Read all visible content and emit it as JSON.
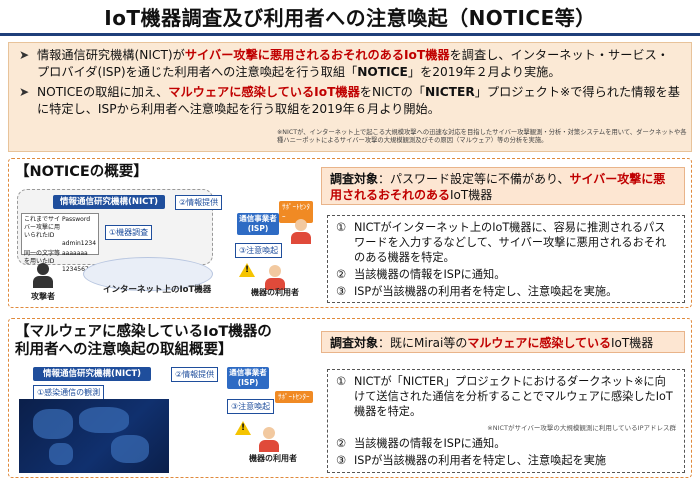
{
  "title": "IoT機器調査及び利用者への注意喚起（NOTICE等）",
  "summary": {
    "bullet1": {
      "pre": "情報通信研究機構(NICT)が",
      "emph": "サイバー攻撃に悪用されるおそれのあるIoT機器",
      "mid": "を調査し、インターネット・サービス・プロバイダ(ISP)を通じた利用者への注意喚起を行う取組「",
      "bold": "NOTICE",
      "post": "」を2019年２月より実施。"
    },
    "bullet2": {
      "pre": "NOTICEの取組に加え、",
      "emph": "マルウェアに感染しているIoT機器",
      "mid": "をNICTの「",
      "bold": "NICTER",
      "post": "」プロジェクト※で得られた情報を基に特定し、ISPから利用者へ注意喚起を行う取組を2019年６月より開始。"
    },
    "footnote": "※NICTが、インターネット上で起こる大規模攻撃への迅速な対応を目指したサイバー攻撃観測・分析・対策システムを用いて、ダークネットや各種ハニーポットによるサイバー攻撃の大規模観測及びその原因（マルウェア）等の分析を実施。"
  },
  "panel1": {
    "title": "【NOTICEの概要】",
    "target_label": "調査対象",
    "target_pre": "：パスワード設定等に不備があり、",
    "target_emph": "サイバー攻撃に悪用されるおそれのある",
    "target_post": "IoT機器",
    "steps": [
      {
        "num": "①",
        "text": "NICTがインターネット上のIoT機器に、容易に推測されるパスワードを入力するなどして、サイバー攻撃に悪用されるおそれのある機器を特定。"
      },
      {
        "num": "②",
        "text": "当該機器の情報をISPに通知。"
      },
      {
        "num": "③",
        "text": "ISPが当該機器の利用者を特定し、注意喚起を実施。"
      }
    ],
    "diagram": {
      "nict": "情報通信研究機構(NICT)",
      "step1": "①機器調査",
      "step2": "②情報提供",
      "isp": "通信事業者\n(ISP)",
      "step3": "③注意喚起",
      "support": "ｻﾎﾟｰﾄｾﾝﾀｰ",
      "user": "機器の利用者",
      "attacker": "攻撃者",
      "internet": "インターネット上のIoT機器",
      "pw_note": "これまでサイバー攻撃に用いられたID",
      "pw_note2": "同一の文字等を用いたID",
      "pw_label": "Password",
      "pw1": "admin1234",
      "pw2": "aaaaaaa",
      "pw3": "12345678"
    }
  },
  "panel2": {
    "title_line1": "【マルウェアに感染しているIoT機器の",
    "title_line2": "利用者への注意喚起の取組概要】",
    "target_label": "調査対象",
    "target_pre": "：既にMirai等の",
    "target_emph": "マルウェアに感染している",
    "target_post": "IoT機器",
    "steps": [
      {
        "num": "①",
        "text": "NICTが「NICTER」プロジェクトにおけるダークネット※に向けて送信された通信を分析することでマルウェアに感染したIoT機器を特定。"
      },
      {
        "num": "②",
        "text": "当該機器の情報をISPに通知。"
      },
      {
        "num": "③",
        "text": "ISPが当該機器の利用者を特定し、注意喚起を実施"
      }
    ],
    "note": "※NICTがサイバー攻撃の大規模観測に利用しているIPアドレス群",
    "diagram": {
      "nict": "情報通信研究機構(NICT)",
      "step1": "①感染通信の観測",
      "step2": "②情報提供",
      "isp": "通信事業者\n(ISP)",
      "step3": "③注意喚起",
      "support": "ｻﾎﾟｰﾄｾﾝﾀｰ",
      "user": "機器の利用者"
    }
  },
  "colors": {
    "accent_red": "#c00000",
    "nict_blue": "#1f4e9c",
    "summary_bg": "#fbe9d5",
    "panel_border": "#e08a3c"
  }
}
